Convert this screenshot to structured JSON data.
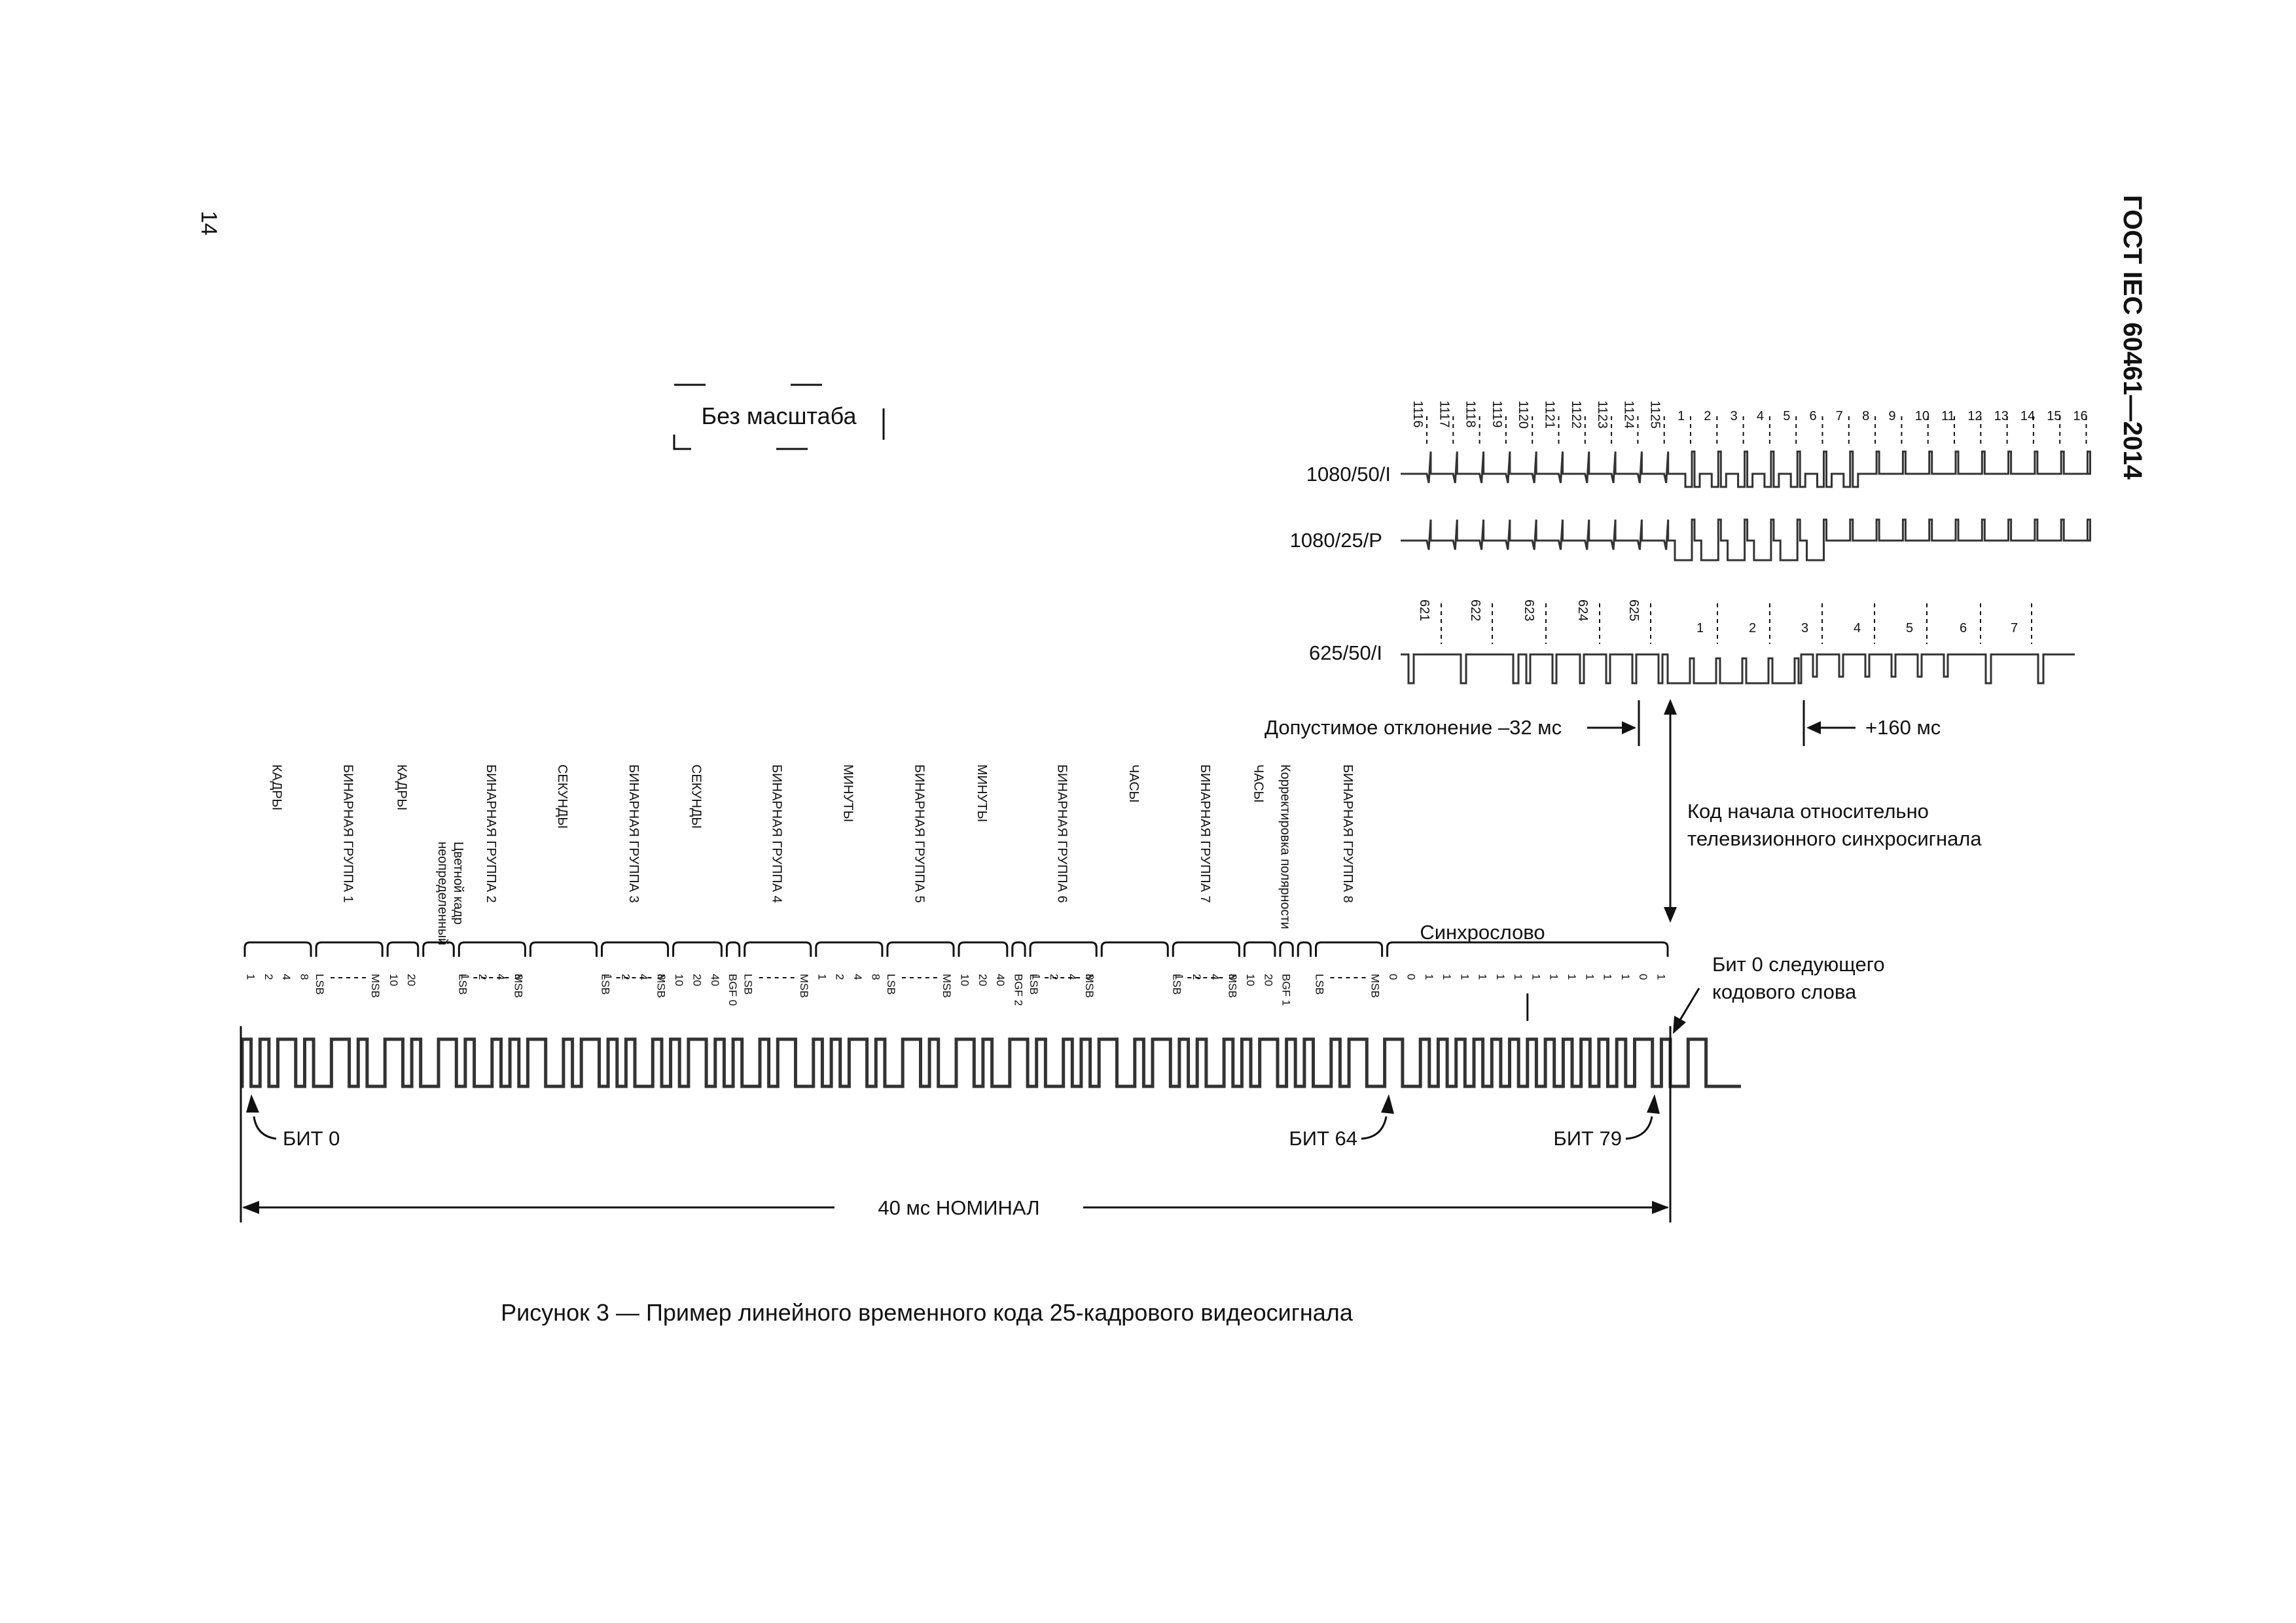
{
  "page": {
    "number": "14",
    "standard": "ГОСТ IEC 60461—2014",
    "scale_note": "Без масштаба",
    "caption": "Рисунок 3 — Пример линейного временного кода 25-кадрового видеосигнала"
  },
  "tv_signals": {
    "format_1080_50_i": "1080/50/I",
    "format_1080_25_p": "1080/25/P",
    "format_625_50_i": "625/50/I",
    "lines_1125": [
      "1116",
      "1117",
      "1118",
      "1119",
      "1120",
      "1121",
      "1122",
      "1123",
      "1124",
      "1125"
    ],
    "lines_1125_after": [
      "1",
      "2",
      "3",
      "4",
      "5",
      "6",
      "7",
      "8",
      "9",
      "10",
      "11",
      "12",
      "13",
      "14",
      "15",
      "16"
    ],
    "lines_625": [
      "621",
      "622",
      "623",
      "624",
      "625"
    ],
    "lines_625_after": [
      "1",
      "2",
      "3",
      "4",
      "5",
      "6",
      "7"
    ],
    "tolerance_minus": "Допустимое отклонение –32 мс",
    "tolerance_plus": "+160 мс",
    "sync_reference_line1": "Код начала относительно",
    "sync_reference_line2": "телевизионного синхросигнала"
  },
  "fields": [
    {
      "id": "frames_units",
      "label": "КАДРЫ"
    },
    {
      "id": "binary_group_1",
      "label": "БИНАРНАЯ ГРУППА 1"
    },
    {
      "id": "frames_tens",
      "label": "КАДРЫ"
    },
    {
      "id": "flags",
      "label": "Цветной кадр",
      "label2": "неопределенный"
    },
    {
      "id": "binary_group_2",
      "label": "БИНАРНАЯ ГРУППА 2"
    },
    {
      "id": "seconds_units",
      "label": "СЕКУНДЫ"
    },
    {
      "id": "binary_group_3",
      "label": "БИНАРНАЯ ГРУППА 3"
    },
    {
      "id": "seconds_tens",
      "label": "СЕКУНДЫ"
    },
    {
      "id": "binary_group_4",
      "label": "БИНАРНАЯ ГРУППА 4"
    },
    {
      "id": "minutes_units",
      "label": "МИНУТЫ"
    },
    {
      "id": "binary_group_5",
      "label": "БИНАРНАЯ ГРУППА 5"
    },
    {
      "id": "minutes_tens",
      "label": "МИНУТЫ"
    },
    {
      "id": "binary_group_6",
      "label": "БИНАРНАЯ ГРУППА 6"
    },
    {
      "id": "hours_units",
      "label": "ЧАСЫ"
    },
    {
      "id": "binary_group_7",
      "label": "БИНАРНАЯ ГРУППА 7"
    },
    {
      "id": "hours_tens",
      "label": "ЧАСЫ"
    },
    {
      "id": "polarity",
      "label": "Корректировка полярности"
    },
    {
      "id": "binary_group_8",
      "label": "БИНАРНАЯ ГРУППА 8"
    }
  ],
  "sync_word": {
    "label": "Синхрослово",
    "bits": [
      "0",
      "0",
      "1",
      "1",
      "1",
      "1",
      "1",
      "1",
      "1",
      "1",
      "1",
      "1",
      "1",
      "1",
      "0",
      "1"
    ]
  },
  "bit_labels": {
    "ones": "1",
    "twos": "2",
    "fours": "4",
    "eights": "8",
    "tens": "10",
    "twenties": "20",
    "forties": "40",
    "lsb": "LSB",
    "msb": "MSB",
    "bgf0": "BGF 0",
    "bgf1": "BGF 1",
    "bgf2": "BGF 2"
  },
  "markers": {
    "bit_0": "БИТ 0",
    "bit_64": "БИТ 64",
    "bit_79": "БИТ 79",
    "next_bit0_line1": "Бит 0 следующего",
    "next_bit0_line2": "кодового слова",
    "nominal": "40 мс НОМИНАЛ"
  }
}
